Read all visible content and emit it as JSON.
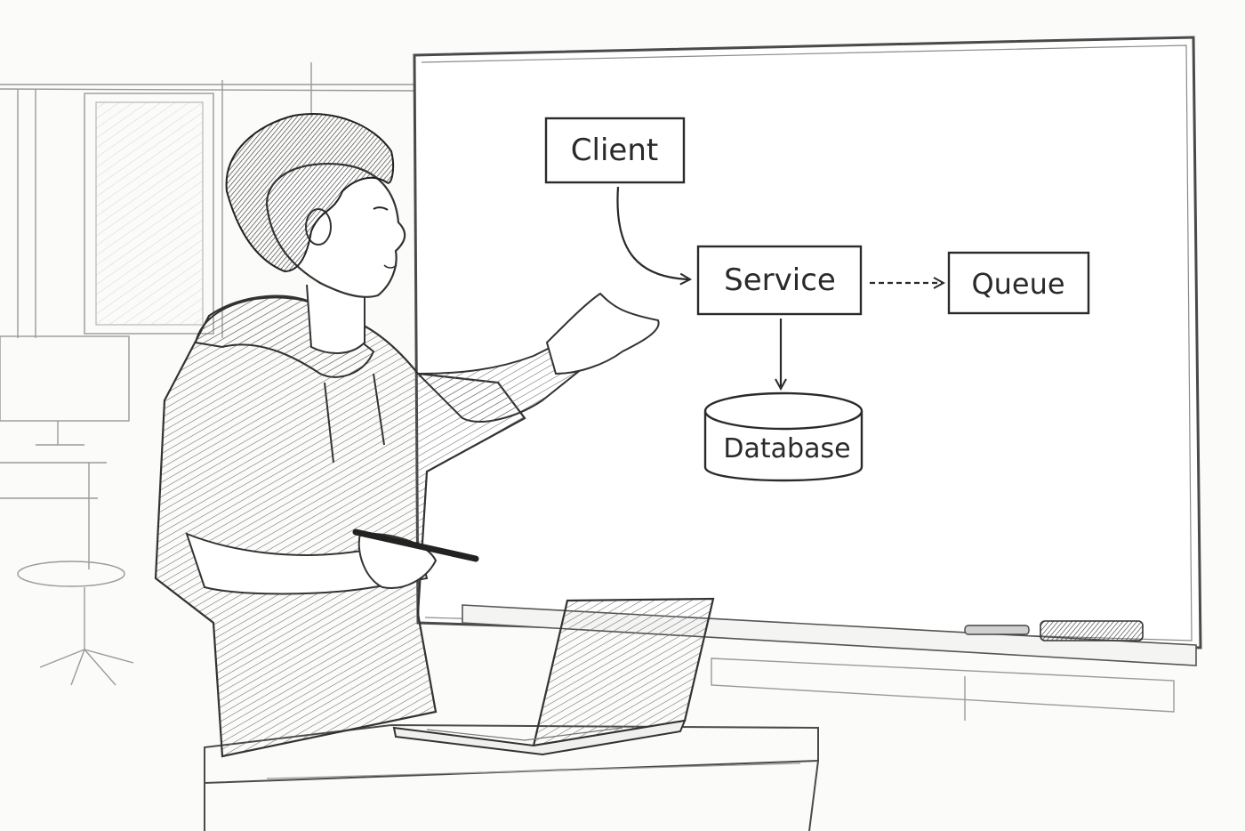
{
  "scene": {
    "style": "pencil sketch",
    "palette": {
      "paper": "#fbfbf9",
      "pencil_dark": "#2a2a2a",
      "pencil_mid": "#555555",
      "pencil_light": "#9a9a9a",
      "whiteboard": "#ffffff"
    }
  },
  "diagram": {
    "nodes": {
      "client": "Client",
      "service": "Service",
      "queue": "Queue",
      "database": "Database"
    },
    "edges": [
      {
        "from": "Client",
        "to": "Service"
      },
      {
        "from": "Service",
        "to": "Queue",
        "style": "dashed"
      },
      {
        "from": "Service",
        "to": "Database"
      }
    ]
  }
}
